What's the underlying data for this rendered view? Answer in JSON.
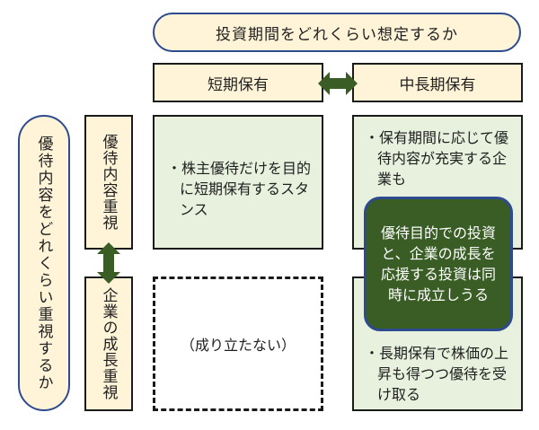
{
  "top_header": "投資期間をどれくらい想定するか",
  "columns": {
    "short": "短期保有",
    "long": "中長期保有"
  },
  "left_header": "優待内容をどれくらい重視するか",
  "rows": {
    "benefit": "優待内容重視",
    "growth": "企業の成長重視"
  },
  "cells": {
    "short_benefit": "・株主優待だけを目的に短期保有するスタンス",
    "long_benefit": "・保有期間に応じて優待内容が充実する企業も",
    "short_growth": "（成り立たない）",
    "long_growth": "・長期保有で株価の上昇も得つつ優待を受け取る"
  },
  "callout": "優待目的での投資と、企業の成長を応援する投資は同時に成立しうる",
  "colors": {
    "cream": "#fff4d8",
    "light_green": "#e7f1dd",
    "dark_green": "#395d25",
    "navy": "#2f4b8f"
  }
}
